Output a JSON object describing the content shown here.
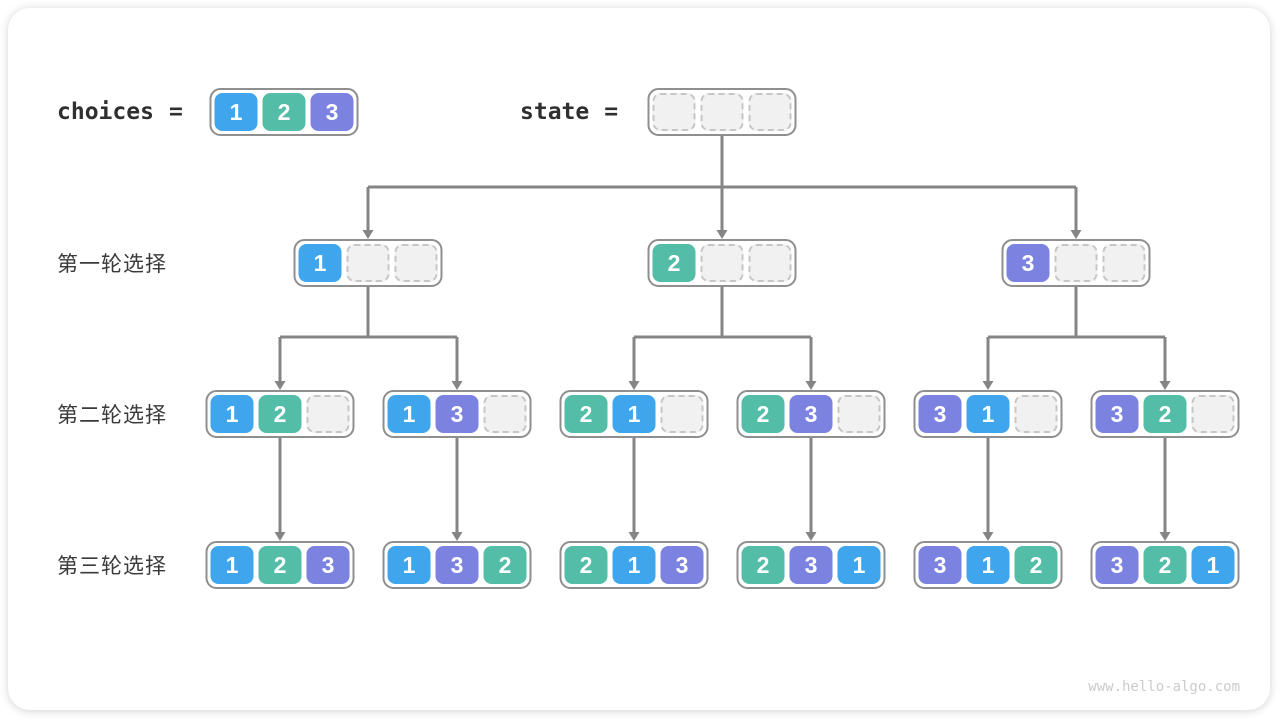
{
  "page": {
    "watermark": "www.hello-algo.com"
  },
  "colors": {
    "1": "#3FA6EE",
    "2": "#54BDA8",
    "3": "#7B82E0",
    "empty_fill": "#F1F1F1",
    "arrow": "#858585",
    "box_border": "#8F8F8F"
  },
  "header": {
    "choices_label": "choices",
    "equals": "=",
    "choices": [
      1,
      2,
      3
    ],
    "state_label": "state",
    "state": [
      null,
      null,
      null
    ]
  },
  "rows": [
    {
      "label": "第一轮选择",
      "nodes": [
        [
          1,
          null,
          null
        ],
        [
          2,
          null,
          null
        ],
        [
          3,
          null,
          null
        ]
      ]
    },
    {
      "label": "第二轮选择",
      "nodes": [
        [
          1,
          2,
          null
        ],
        [
          1,
          3,
          null
        ],
        [
          2,
          1,
          null
        ],
        [
          2,
          3,
          null
        ],
        [
          3,
          1,
          null
        ],
        [
          3,
          2,
          null
        ]
      ]
    },
    {
      "label": "第三轮选择",
      "nodes": [
        [
          1,
          2,
          3
        ],
        [
          1,
          3,
          2
        ],
        [
          2,
          1,
          3
        ],
        [
          2,
          3,
          1
        ],
        [
          3,
          1,
          2
        ],
        [
          3,
          2,
          1
        ]
      ]
    }
  ]
}
